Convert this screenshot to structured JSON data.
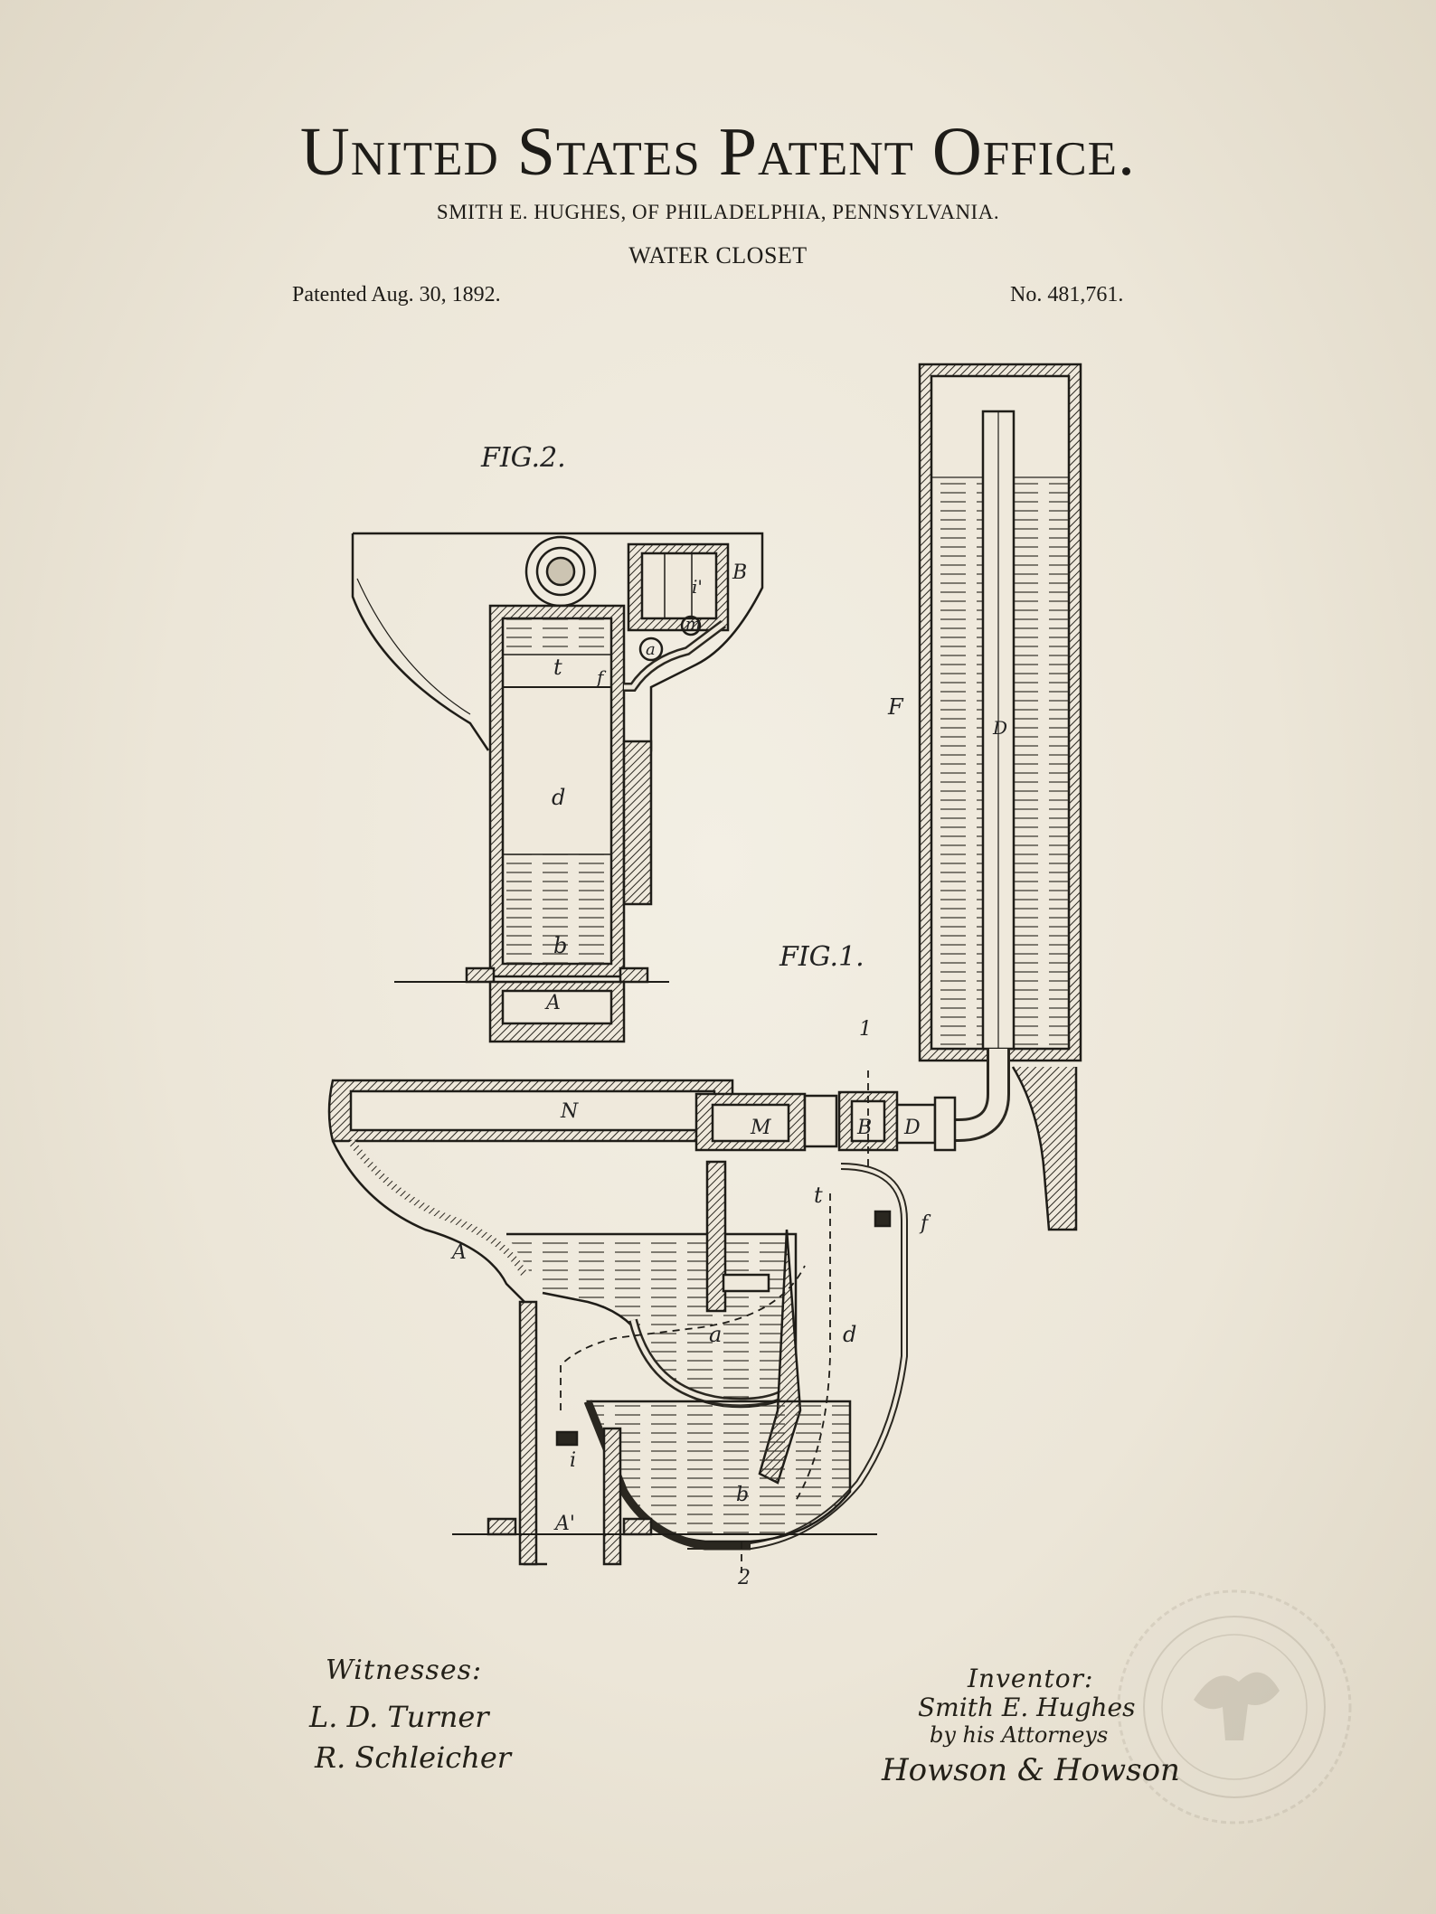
{
  "header": {
    "office": "United States Patent Office.",
    "inventor_line": "SMITH E. HUGHES, OF PHILADELPHIA, PENNSYLVANIA.",
    "subject": "WATER CLOSET",
    "patented": "Patented Aug. 30, 1892.",
    "number": "No. 481,761."
  },
  "figures": {
    "fig1": "FIG.1.",
    "fig2": "FIG.2."
  },
  "labels": {
    "B_fig2": "B",
    "i_prime": "i'",
    "a_fig2": "a",
    "m": "m",
    "t_fig2": "t",
    "f_fig2": "f",
    "d_fig2": "d",
    "b_fig2": "b",
    "A_fig2": "A",
    "F": "F",
    "D_tank": "D",
    "one": "1",
    "N": "N",
    "M": "M",
    "B_fig1": "B",
    "D_pipe": "D",
    "t_fig1": "t",
    "f_fig1": "f",
    "A_fig1": "A",
    "a_fig1": "a",
    "d_fig1": "d",
    "i_fig1": "i",
    "b_fig1": "b",
    "A_prime": "A'",
    "two": "2"
  },
  "signatures": {
    "witnesses_heading": "Witnesses:",
    "witness_1": "L. D. Turner",
    "witness_2": "R. Schleicher",
    "inventor_heading": "Inventor:",
    "inventor_name": "Smith E. Hughes",
    "by_attorneys": "by his Attorneys",
    "attorneys": "Howson & Howson"
  },
  "colors": {
    "paper": "#ece6d8",
    "ink": "#1e1c18"
  }
}
